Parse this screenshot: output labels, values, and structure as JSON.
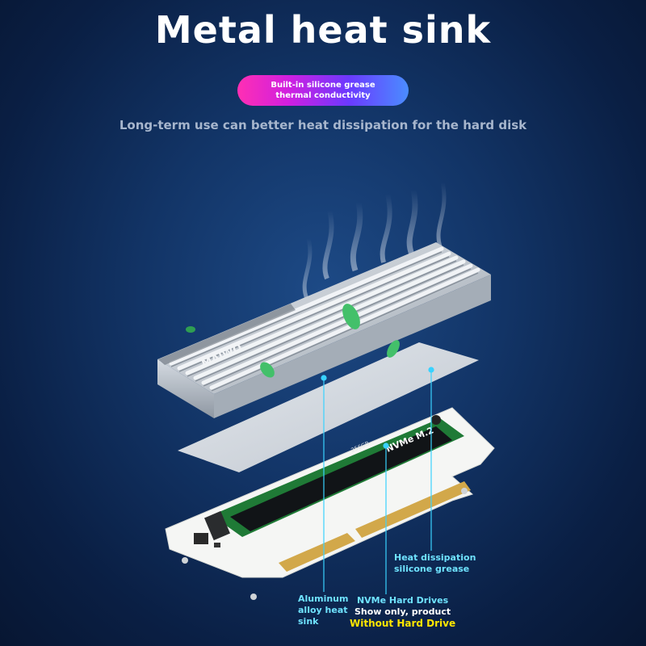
{
  "header": {
    "title": "Metal heat sink",
    "badge": "Built-in silicone grease thermal conductivity",
    "subtitle": "Long-term use can better heat dissipation for the hard disk"
  },
  "product": {
    "heatsink_brand": "MAIWO",
    "ssd_label": "NVMe M.2",
    "ssd_capacity": "256GB"
  },
  "callouts": {
    "silicone": [
      "Heat dissipation",
      "silicone grease"
    ],
    "aluminum": [
      "Aluminum",
      "alloy heat",
      "sink"
    ],
    "nvme": {
      "line1": "NVMe Hard Drives",
      "line2": "Show only, product",
      "line3": "Without Hard Drive"
    }
  },
  "colors": {
    "accent_cyan": "#6fe3ff",
    "highlight_yellow": "#ffe600",
    "pcb_green": "#1f7a36"
  }
}
